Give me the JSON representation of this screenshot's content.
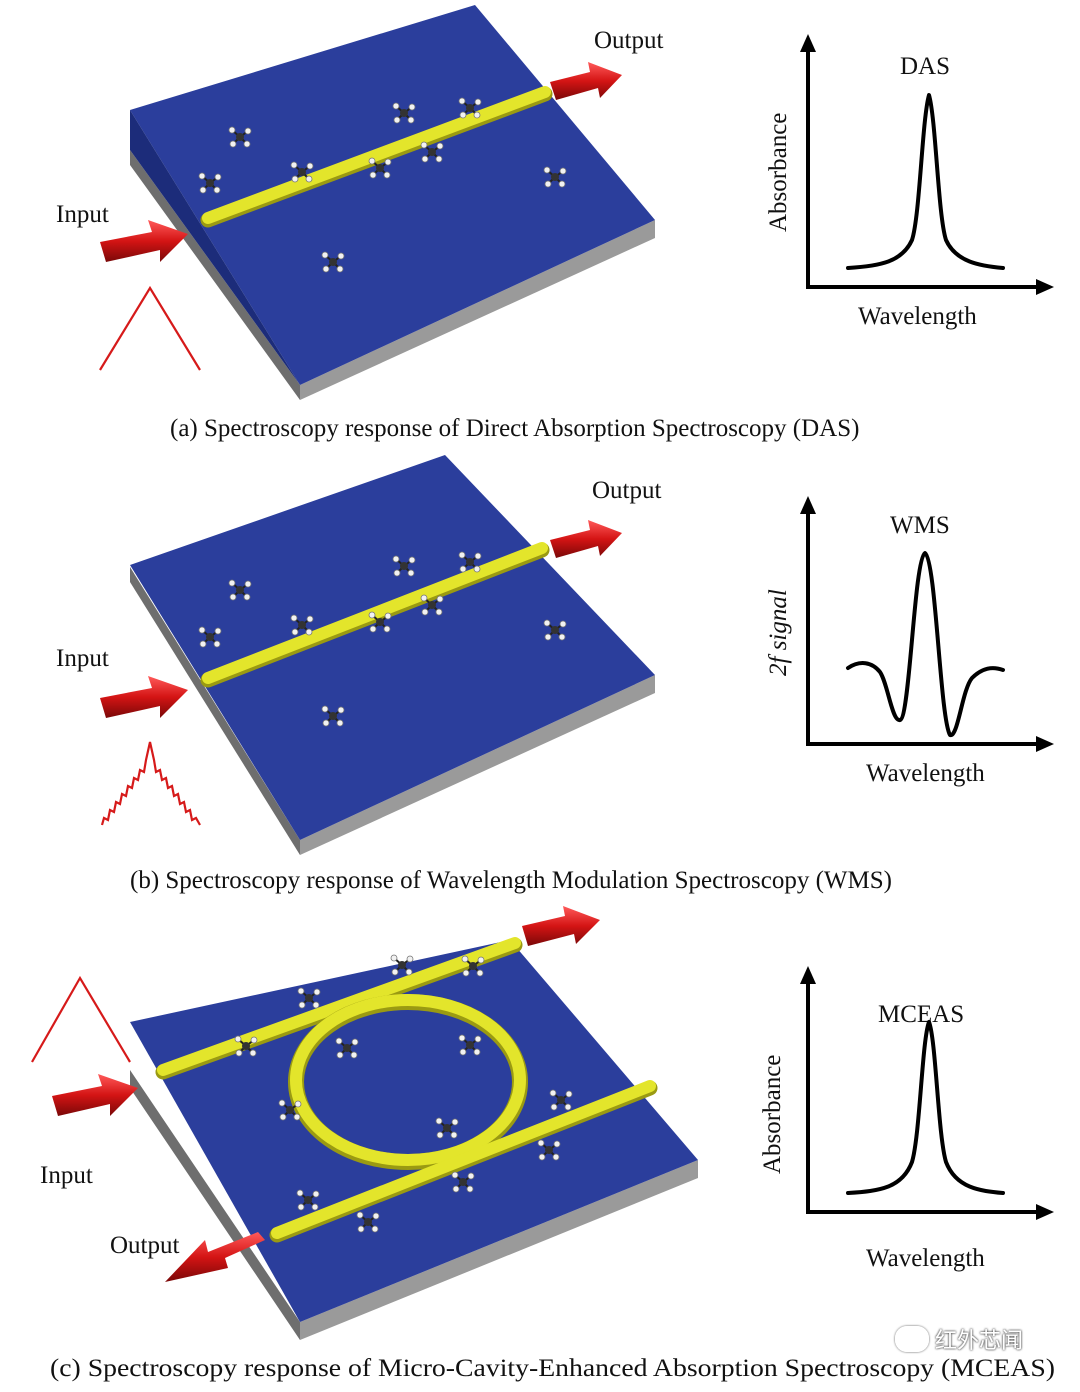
{
  "panels": [
    {
      "caption": "(a) Spectroscopy response of Direct Absorption Spectroscopy (DAS)",
      "input_label": "Input",
      "output_label": "Output",
      "plot": {
        "title": "DAS",
        "ylabel": "Absorbance",
        "xlabel": "Wavelength",
        "type": "line"
      }
    },
    {
      "caption": "(b) Spectroscopy response of Wavelength Modulation Spectroscopy (WMS)",
      "input_label": "Input",
      "output_label": "Output",
      "plot": {
        "title": "WMS",
        "ylabel": "2f signal",
        "xlabel": "Wavelength",
        "type": "line"
      }
    },
    {
      "caption": "(c) Spectroscopy response of Micro-Cavity-Enhanced Absorption Spectroscopy (MCEAS)",
      "input_label": "Input",
      "output_label": "Output",
      "plot": {
        "title": "MCEAS",
        "ylabel": "Absorbance",
        "xlabel": "Wavelength",
        "type": "line"
      }
    }
  ],
  "colors": {
    "substrate_top": "#2b3e9c",
    "substrate_side": "#8c8c8c",
    "waveguide": "#e3e52b",
    "arrow": "#d41414",
    "input_signal": "#d61a1a"
  },
  "watermark": {
    "text": "红外芯闻",
    "icon": "wechat-icon"
  }
}
